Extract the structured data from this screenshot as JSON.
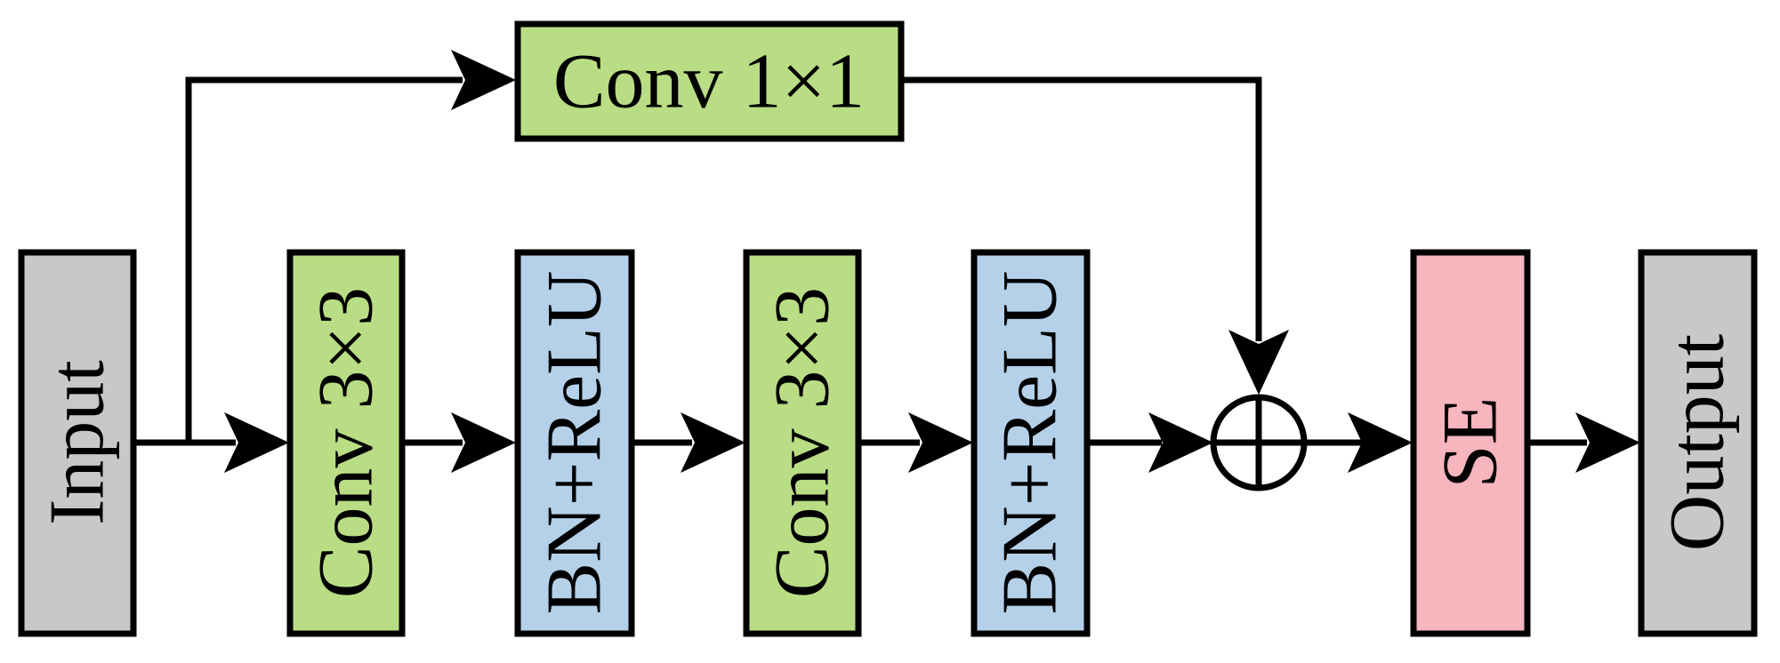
{
  "blocks": {
    "input": "Input",
    "conv1x1": "Conv 1×1",
    "conv3x3_a": "Conv 3×3",
    "bnrelu_a": "BN+ReLU",
    "conv3x3_b": "Conv 3×3",
    "bnrelu_b": "BN+ReLU",
    "se": "SE",
    "output": "Output"
  },
  "colors": {
    "io_gray": "#c8c8c8",
    "conv_green": "#b9dd84",
    "bn_blue": "#b5d1e9",
    "se_pink": "#f7b5be",
    "line_black": "#000000"
  }
}
